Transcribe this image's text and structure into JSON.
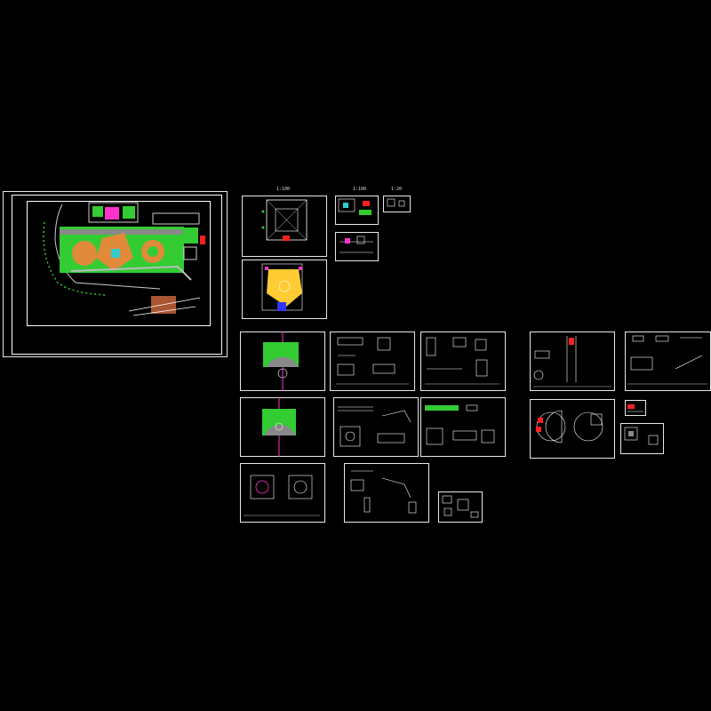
{
  "canvas": {
    "background": "#000000",
    "line_color": "#ffffff",
    "accent_colors": {
      "green": "#33cc33",
      "magenta": "#ff33cc",
      "red": "#ff2020",
      "orange": "#e08a3a",
      "yellow": "#ffcc33",
      "blue": "#3333ff",
      "cyan": "#33cccc"
    }
  },
  "sheet_labels": {
    "row1_a": "1:100",
    "row1_b": "1:100",
    "row1_c": "1:20"
  },
  "sheets": [
    {
      "id": "site-plan",
      "name": "site-plan-sheet"
    },
    {
      "id": "s1",
      "name": "plaza-plan-sheet"
    },
    {
      "id": "s2",
      "name": "detail-sheet-small-1"
    },
    {
      "id": "s3",
      "name": "detail-sheet-small-2"
    },
    {
      "id": "s4",
      "name": "detail-sheet-small-3"
    },
    {
      "id": "s5",
      "name": "paving-plan-sheet"
    },
    {
      "id": "s6",
      "name": "fountain-plan-sheet"
    },
    {
      "id": "s7",
      "name": "section-sheet-1"
    },
    {
      "id": "s8",
      "name": "section-sheet-2"
    },
    {
      "id": "s9",
      "name": "elevation-sheet-1"
    },
    {
      "id": "s10",
      "name": "elevation-sheet-2"
    },
    {
      "id": "s11",
      "name": "fountain-plan-sheet-2"
    },
    {
      "id": "s12",
      "name": "detail-sheet-3"
    },
    {
      "id": "s13",
      "name": "detail-sheet-4"
    },
    {
      "id": "s14",
      "name": "circular-plan-sheet"
    },
    {
      "id": "s15",
      "name": "small-detail-1"
    },
    {
      "id": "s16",
      "name": "small-detail-2"
    },
    {
      "id": "s17",
      "name": "pavilion-plan-sheet"
    },
    {
      "id": "s18",
      "name": "structure-detail-sheet"
    },
    {
      "id": "s19",
      "name": "node-detail-sheet"
    }
  ]
}
